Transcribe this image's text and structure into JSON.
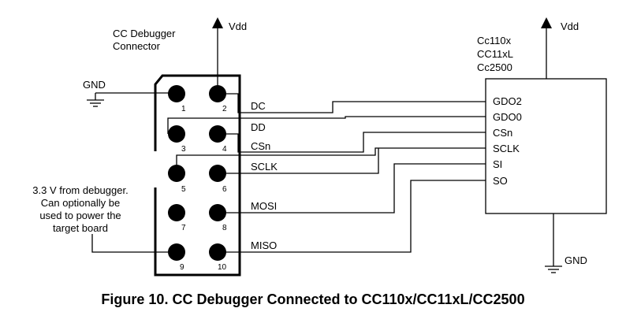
{
  "connector": {
    "title_line1": "CC Debugger",
    "title_line2": "Connector",
    "vdd": "Vdd",
    "gnd": "GND",
    "pins": [
      "1",
      "2",
      "3",
      "4",
      "5",
      "6",
      "7",
      "8",
      "9",
      "10"
    ]
  },
  "note": {
    "line1": "3.3 V from debugger.",
    "line2": "Can optionally be",
    "line3": "used to power the",
    "line4": "target board"
  },
  "signals": {
    "dc": "DC",
    "dd": "DD",
    "csn": "CSn",
    "sclk": "SCLK",
    "mosi": "MOSI",
    "miso": "MISO"
  },
  "chip": {
    "name_line1": "Cc110x",
    "name_line2": "CC11xL",
    "name_line3": "Cc2500",
    "vdd": "Vdd",
    "gnd": "GND",
    "pins": [
      "GDO2",
      "GDO0",
      "CSn",
      "SCLK",
      "SI",
      "SO"
    ]
  },
  "caption": "Figure 10. CC Debugger Connected to CC110x/CC11xL/CC2500"
}
